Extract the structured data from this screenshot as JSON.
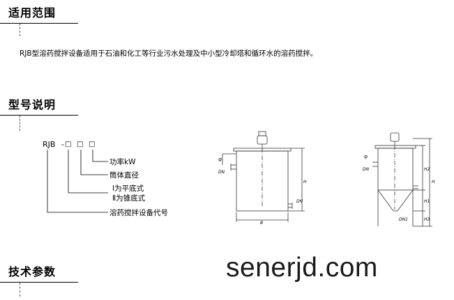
{
  "sections": {
    "scope_title": "适用范围",
    "model_title": "型号说明",
    "tech_title": "技术参数"
  },
  "scope": {
    "text": "RJB型溶药搅拌设备适用于石油和化工等行业污水处理及中小型冷却塔和循环水的溶药搅拌。"
  },
  "model_code": {
    "prefix": "RJB",
    "dash": "-",
    "box": "□",
    "labels": {
      "power": "功率kW",
      "diameter": "筒体直径",
      "flat": "Ⅰ为平底式",
      "cone": "Ⅱ为锥底式",
      "code": "溶药搅拌设备代号"
    }
  },
  "diagram_labels": {
    "dn": "DN",
    "b": "B",
    "h": "H",
    "h1": "H1",
    "h2": "H2",
    "h3": "H3",
    "dn1": "DN1",
    "phi": "ф"
  },
  "watermark": "senerjd.com"
}
